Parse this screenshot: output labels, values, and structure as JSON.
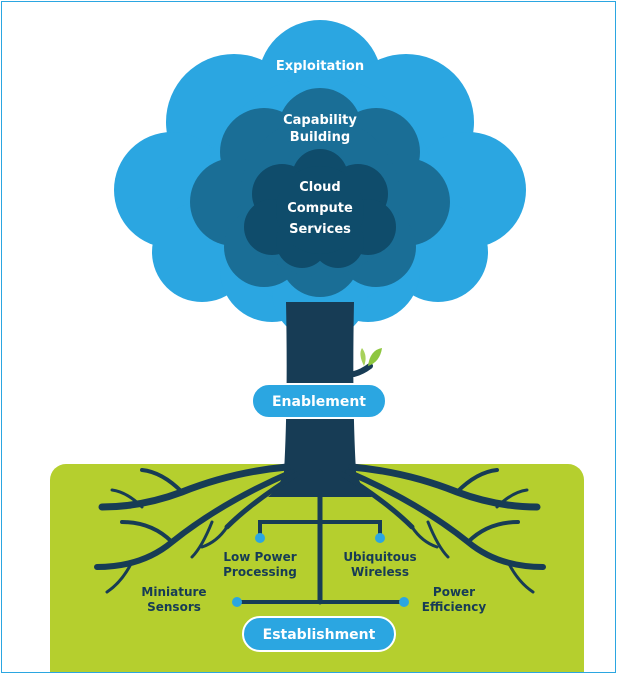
{
  "levels": {
    "outer": "Exploitation",
    "middle_line1": "Capability",
    "middle_line2": "Building",
    "inner_line1": "Cloud",
    "inner_line2": "Compute",
    "inner_line3": "Services",
    "trunk": "Enablement",
    "ground": "Establishment"
  },
  "roots": {
    "low_power_line1": "Low Power",
    "low_power_line2": "Processing",
    "wireless_line1": "Ubiquitous",
    "wireless_line2": "Wireless",
    "sensors_line1": "Miniature",
    "sensors_line2": "Sensors",
    "power_line1": "Power",
    "power_line2": "Efficiency"
  },
  "colors": {
    "outer_cloud": "#2ba6e1",
    "middle_cloud": "#1a6e96",
    "inner_cloud": "#0f4c6b",
    "trunk": "#173c55",
    "ground": "#b5cf2e",
    "pill": "#2ba6e1",
    "leaf": "#8dc63f"
  },
  "icons": {
    "leaf": "leaf-icon"
  }
}
